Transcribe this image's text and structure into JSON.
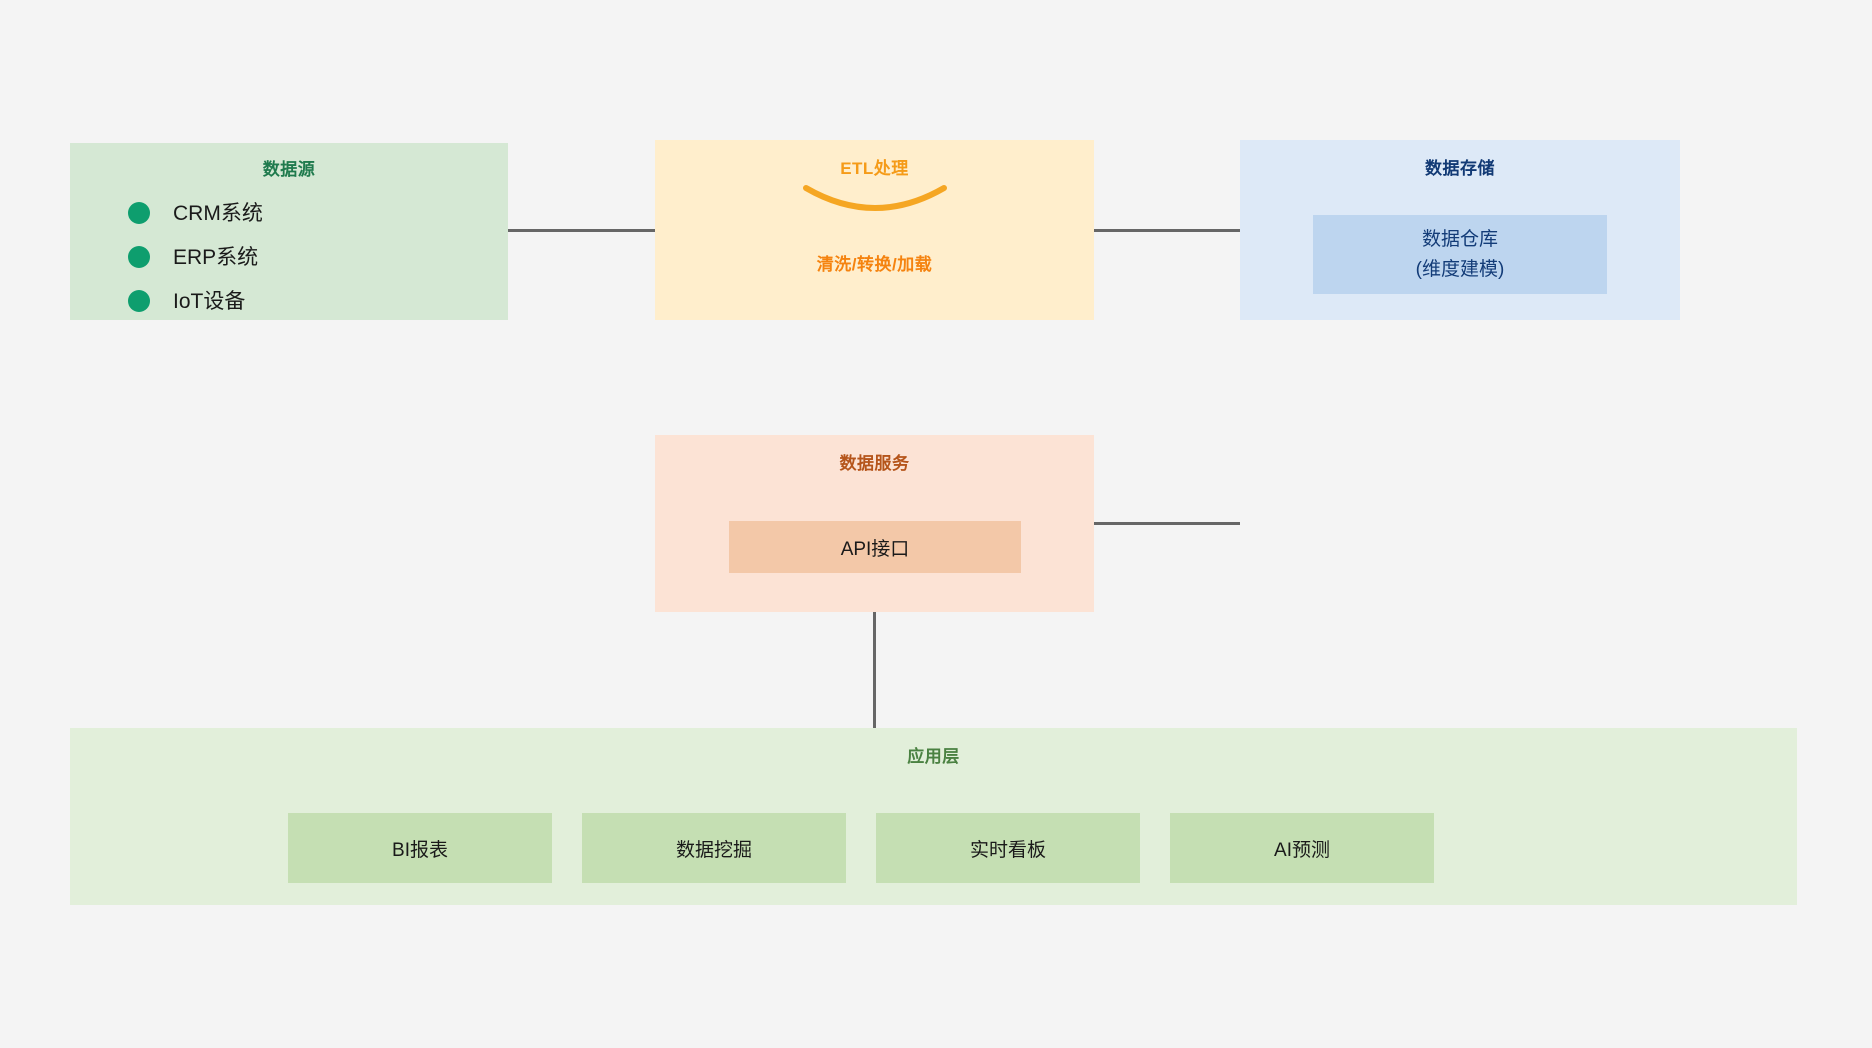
{
  "diagram": {
    "background_color": "#f4f4f4",
    "nodes": {
      "data_source": {
        "title": "数据源",
        "title_color": "#1f7a4d",
        "fill": "#d5e8d4",
        "items": [
          {
            "label": "CRM系统",
            "bullet_color": "#0e9e6e"
          },
          {
            "label": "ERP系统",
            "bullet_color": "#0e9e6e"
          },
          {
            "label": "IoT设备",
            "bullet_color": "#0e9e6e"
          }
        ]
      },
      "etl": {
        "title": "ETL处理",
        "title_color": "#f59b18",
        "fill": "#ffeecc",
        "subtitle": "清洗/转换/加载",
        "subtitle_color": "#f5830f",
        "arc_color": "#f5a623"
      },
      "storage": {
        "title": "数据存储",
        "title_color": "#123a75",
        "fill": "#dde9f7",
        "inner": {
          "fill": "#bdd5ef",
          "line1": "数据仓库",
          "line2": "(维度建模)",
          "text_color": "#133c78"
        }
      },
      "data_service": {
        "title": "数据服务",
        "title_color": "#b5551b",
        "fill": "#fce3d5",
        "inner": {
          "fill": "#f3c8a8",
          "label": "API接口"
        }
      },
      "application_layer": {
        "title": "应用层",
        "title_color": "#4a8141",
        "fill": "#e2efda",
        "cells": [
          {
            "label": "BI报表",
            "fill": "#c5dfb3"
          },
          {
            "label": "数据挖掘",
            "fill": "#c5dfb3"
          },
          {
            "label": "实时看板",
            "fill": "#c5dfb3"
          },
          {
            "label": "AI预测",
            "fill": "#c5dfb3"
          }
        ]
      }
    },
    "connectors": {
      "color": "#666666",
      "edges": [
        {
          "name": "data-source-to-etl",
          "orientation": "horizontal"
        },
        {
          "name": "etl-to-storage",
          "orientation": "horizontal"
        },
        {
          "name": "data-service-to-right",
          "orientation": "horizontal"
        },
        {
          "name": "data-service-to-application-layer",
          "orientation": "vertical"
        }
      ]
    }
  }
}
